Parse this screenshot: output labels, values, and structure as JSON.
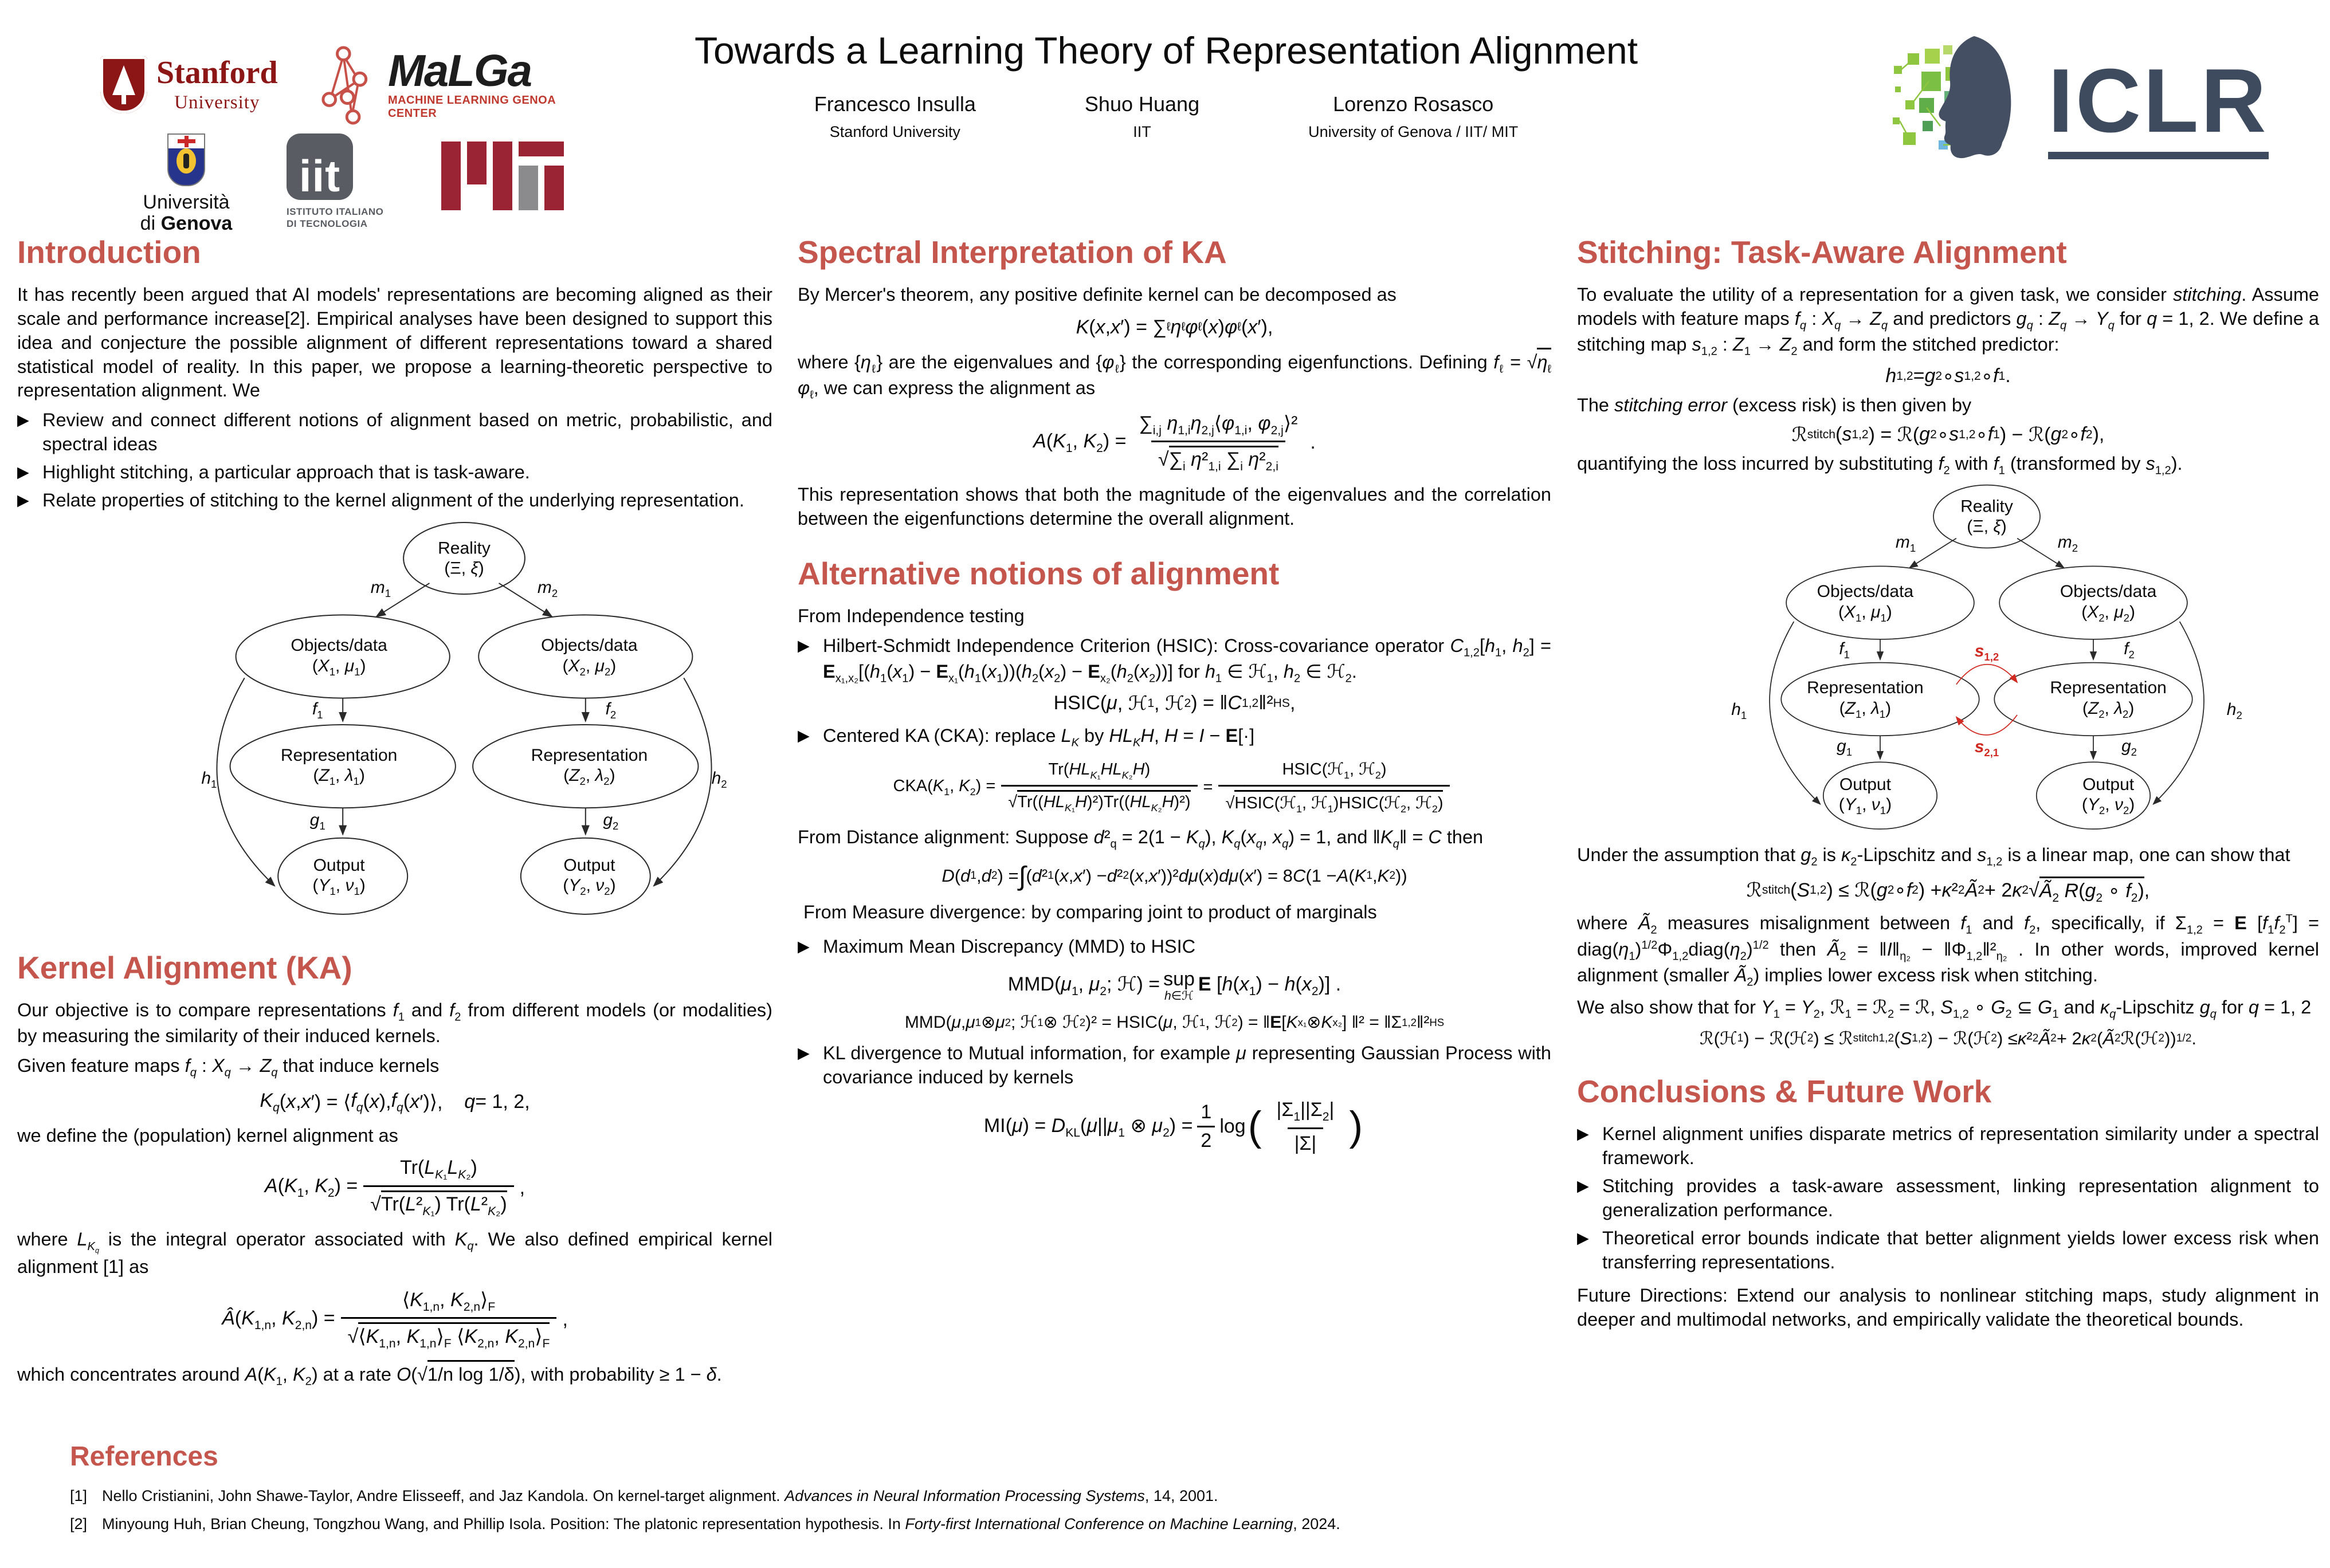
{
  "ui": {
    "bullet": "▶"
  },
  "colors": {
    "heading_red": "#c4564e",
    "stitch_red": "#d02a22",
    "stanford_red": "#8C1515",
    "iclr_slate": "#3e4a5e",
    "mit_red": "#9a2433"
  },
  "header": {
    "title": "Towards a Learning Theory of Representation Alignment",
    "authors": [
      {
        "name": "Francesco Insulla",
        "affiliation": "Stanford University"
      },
      {
        "name": "Shuo Huang",
        "affiliation": "IIT"
      },
      {
        "name": "Lorenzo Rosasco",
        "affiliation": "University of Genova / IIT/ MIT"
      }
    ],
    "logos": {
      "stanford_name": "Stanford",
      "stanford_sub": "University",
      "malga_name": "MaLGa",
      "malga_sub": "MACHINE LEARNING GENOA CENTER",
      "unige_line1": "Università",
      "unige_line2": "di <b>Genova</b>",
      "iit_name": "iit",
      "iit_sub": "ISTITUTO ITALIANO<br>DI TECNOLOGIA",
      "iclr_name": "ICLR"
    }
  },
  "intro": {
    "heading": "Introduction",
    "p1": "It has recently been argued that AI models' representations are becoming aligned as their scale and performance increase[2].  Empirical analyses have been designed to support this idea and conjecture the possible alignment of different representations toward a shared statistical model of reality.  In this paper, we propose a learning-theoretic perspective to representation alignment.  We",
    "bullets": [
      "Review and connect different notions of alignment based on metric, probabilistic, and spectral ideas",
      "Highlight stitching, a particular approach that is task-aware.",
      "Relate properties of stitching to the kernel alignment of the underlying representation."
    ]
  },
  "diagram": {
    "reality_title": "Reality",
    "reality_sym": "(Ξ, <i>ξ</i>)",
    "objects_title": "Objects/data",
    "obj1_sym": "(<i>X</i><sub>1</sub>, <i>μ</i><sub>1</sub>)",
    "obj2_sym": "(<i>X</i><sub>2</sub>, <i>μ</i><sub>2</sub>)",
    "rep_title": "Representation",
    "rep1_sym": "(<i>Z</i><sub>1</sub>, <i>λ</i><sub>1</sub>)",
    "rep2_sym": "(<i>Z</i><sub>2</sub>, <i>λ</i><sub>2</sub>)",
    "out_title": "Output",
    "out1_sym": "(<i>Y</i><sub>1</sub>, <i>ν</i><sub>1</sub>)",
    "out2_sym": "(<i>Y</i><sub>2</sub>, <i>ν</i><sub>2</sub>)",
    "m1": "<i>m</i><sub>1</sub>",
    "m2": "<i>m</i><sub>2</sub>",
    "f1": "<i>f</i><sub>1</sub>",
    "f2": "<i>f</i><sub>2</sub>",
    "g1": "<i>g</i><sub>1</sub>",
    "g2": "<i>g</i><sub>2</sub>",
    "h1": "<i>h</i><sub>1</sub>",
    "h2": "<i>h</i><sub>2</sub>",
    "s12": "<i>s</i><sub>1,2</sub>",
    "s21": "<i>s</i><sub>2,1</sub>"
  },
  "ka": {
    "heading": "Kernel Alignment (KA)",
    "p1": "Our objective is to compare representations <i>f</i><sub>1</sub> and <i>f</i><sub>2</sub> from different models (or modalities) by measuring the similarity of their induced kernels.",
    "p2": "Given feature maps <i>f<sub>q</sub></i> : <i>X<sub>q</sub></i> → <i>Z<sub>q</sub></i> that induce kernels",
    "f_kernel": "<i>K<sub>q</sub></i>(<i>x</i>, <i>x</i>′) = ⟨<i>f<sub>q</sub></i>(<i>x</i>), <i>f<sub>q</sub></i>(<i>x</i>′)⟩,&nbsp;&nbsp;&nbsp;&nbsp;<i>q</i> = 1, 2,",
    "p3": "we define the (population) kernel alignment as",
    "A": {
      "lhs": "<i>A</i>(<i>K</i><sub>1</sub>, <i>K</i><sub>2</sub>) =",
      "num": "Tr(<i>L</i><sub><i>K</i>₁</sub><i>L</i><sub><i>K</i>₂</sub>)",
      "den": "√<span class='ol'>Tr(<i>L</i>²<sub><i>K</i>₁</sub>) Tr(<i>L</i>²<sub><i>K</i>₂</sub>)</span>",
      "tail": ","
    },
    "p4": "where <i>L</i><sub><i>K<sub>q</sub></i></sub> is the integral operator associated with <i>K<sub>q</sub></i>.  We also defined empirical kernel alignment [1] as",
    "Ahat": {
      "lhs": "<i>Â</i>(<i>K</i><sub>1,n</sub>, <i>K</i><sub>2,n</sub>) =",
      "num": "⟨<i>K</i><sub>1,n</sub>, <i>K</i><sub>2,n</sub>⟩<sub>F</sub>",
      "den": "√<span class='ol'>⟨<i>K</i><sub>1,n</sub>, <i>K</i><sub>1,n</sub>⟩<sub>F</sub> ⟨<i>K</i><sub>2,n</sub>, <i>K</i><sub>2,n</sub>⟩<sub>F</sub></span>",
      "tail": ","
    },
    "p5": "which concentrates around <i>A</i>(<i>K</i><sub>1</sub>, <i>K</i><sub>2</sub>) at a rate <i>O</i>(√<span class='ol'>1/n log 1/δ</span>), with probability ≥ 1 − <i>δ</i>."
  },
  "spectral": {
    "heading": "Spectral Interpretation of KA",
    "p1": "By Mercer's theorem, any positive definite kernel can be decomposed as",
    "f_mercer": "<i>K</i>(<i>x</i>, <i>x</i>′) = ∑<sub>ℓ</sub> <i>η</i><sub>ℓ</sub> <i>φ</i><sub>ℓ</sub>(<i>x</i>)<i>φ</i><sub>ℓ</sub>(<i>x</i>′),",
    "p2": "where {<i>η</i><sub>ℓ</sub>} are the eigenvalues and {<i>φ</i><sub>ℓ</sub>} the corresponding eigenfunctions.  Defining <i>f</i><sub>ℓ</sub> = √<span class='ol'><i>η</i><sub>ℓ</sub></span><i>φ</i><sub>ℓ</sub>, we can express the alignment as",
    "A": {
      "lhs": "<i>A</i>(<i>K</i><sub>1</sub>, <i>K</i><sub>2</sub>) =",
      "num": "∑<sub>i,j</sub> <i>η</i><sub>1,i</sub><i>η</i><sub>2,j</sub>⟨<i>φ</i><sub>1,i</sub>, <i>φ</i><sub>2,j</sub>⟩²",
      "den": "√<span class='ol'>∑<sub>i</sub> <i>η</i>²<sub>1,i</sub> ∑<sub>i</sub> <i>η</i>²<sub>2,i</sub></span>",
      "tail": "."
    },
    "p3": "This representation shows that both the magnitude of the eigenvalues and the correlation between the eigenfunctions determine the overall alignment."
  },
  "alt": {
    "heading": "Alternative notions of alignment",
    "sub1": "From Independence testing",
    "b1": "Hilbert-Schmidt Independence Criterion (HSIC): Cross-covariance operator <i>C</i><sub>1,2</sub>[<i>h</i><sub>1</sub>, <i>h</i><sub>2</sub>] = <span class='bb'>E</span><sub>x₁,x₂</sub>[(<i>h</i><sub>1</sub>(<i>x</i><sub>1</sub>) − <span class='bb'>E</span><sub>x₁</sub>(<i>h</i><sub>1</sub>(<i>x</i><sub>1</sub>))(<i>h</i><sub>2</sub>(<i>x</i><sub>2</sub>) − <span class='bb'>E</span><sub>x₂</sub>(<i>h</i><sub>2</sub>(<i>x</i><sub>2</sub>))] for <i>h</i><sub>1</sub> ∈ ℋ<sub>1</sub>, <i>h</i><sub>2</sub> ∈ ℋ<sub>2</sub>.",
    "f_hsic": "HSIC(<i>μ</i>, ℋ<sub>1</sub>, ℋ<sub>2</sub>) = ‖<i>C</i><sub>1,2</sub>‖²<sub>HS</sub>,",
    "b2": "Centered KA (CKA): replace <i>L<sub>K</sub></i> by <i>HL<sub>K</sub>H</i>, <i>H</i> = <i>I</i> − <span class='bb'>E</span>[·]",
    "cka": {
      "lhs": "CKA(<i>K</i><sub>1</sub>, <i>K</i><sub>2</sub>) =",
      "num1": "Tr(<i>HL</i><sub><i>K</i>₁</sub><i>HL</i><sub><i>K</i>₂</sub><i>H</i>)",
      "den1": "√<span class='ol'>Tr((<i>HL</i><sub><i>K</i>₁</sub><i>H</i>)²)Tr((<i>HL</i><sub><i>K</i>₂</sub><i>H</i>)²)</span>",
      "eq": "=",
      "num2": "HSIC(ℋ<sub>1</sub>, ℋ<sub>2</sub>)",
      "den2": "√<span class='ol'>HSIC(ℋ<sub>1</sub>, ℋ<sub>1</sub>)HSIC(ℋ<sub>2</sub>, ℋ<sub>2</sub>)</span>"
    },
    "sub2": "From Distance alignment:  Suppose <i>d</i>²<sub>q</sub> = 2(1 − <i>K<sub>q</sub></i>), <i>K<sub>q</sub></i>(<i>x<sub>q</sub></i>, <i>x<sub>q</sub></i>) = 1, and ‖<i>K<sub>q</sub></i>‖ = <i>C</i> then",
    "f_D": "<i>D</i>(<i>d</i><sub>1</sub>, <i>d</i><sub>2</sub>) = <span class='intg'>∫</span>(<i>d</i>²<sub>1</sub>(<i>x</i>, <i>x</i>′) − <i>d</i>²<sub>2</sub>(<i>x</i>, <i>x</i>′))²<i>dμ</i>(<i>x</i>)<i>dμ</i>(<i>x</i>′) = 8<i>C</i>(1 − <i>A</i>(<i>K</i><sub>1</sub>, <i>K</i><sub>2</sub>))",
    "sub3": "From Measure divergence: by comparing joint to product of marginals",
    "b3": "Maximum Mean Discrepancy (MMD) to HSIC",
    "mmd1": {
      "pre": "MMD(<i>μ</i><sub>1</sub>, <i>μ</i><sub>2</sub>; ℋ) =",
      "sup": "sup",
      "under": "<i>h</i>∈ℋ",
      "post": "<span class='bb'>E</span> [<i>h</i>(<i>x</i><sub>1</sub>) − <i>h</i>(<i>x</i><sub>2</sub>)] ."
    },
    "f_mmd2": "MMD(<i>μ</i>, <i>μ</i><sub>1</sub> ⊗ <i>μ</i><sub>2</sub>; ℋ<sub>1</sub> ⊗ ℋ<sub>2</sub>)² = HSIC(<i>μ</i>, ℋ<sub>1</sub>, ℋ<sub>2</sub>) = ‖<span class='bb'>E</span> [<i>K</i><sub>x₁</sub> ⊗ <i>K</i><sub>x₂</sub>] ‖² = ‖Σ<sub>1,2</sub>‖²<sub>HS</sub>",
    "b4": "KL divergence to Mutual information, for example <i>μ</i> representing Gaussian Process with covariance induced by kernels",
    "mi": {
      "lhs": "MI(<i>μ</i>) = <i>D</i><sub>KL</sub>(<i>μ</i>||<i>μ</i><sub>1</sub> ⊗ <i>μ</i><sub>2</sub>) =",
      "fnum": "1",
      "fden": "2",
      "log": "log",
      "lp": "(",
      "pnum": "|Σ<sub>1</sub>||Σ<sub>2</sub>|",
      "pden": "|Σ|",
      "rp": ")"
    }
  },
  "stitch": {
    "heading": "Stitching: Task-Aware Alignment",
    "p1": "To evaluate the utility of a representation for a given task, we consider <i>stitching</i>. Assume models with feature maps <i>f<sub>q</sub></i> : <i>X<sub>q</sub></i> → <i>Z<sub>q</sub></i> and predictors <i>g<sub>q</sub></i> : <i>Z<sub>q</sub></i> → <i>Y<sub>q</sub></i> for <i>q</i> = 1, 2.  We define a stitching map <i>s</i><sub>1,2</sub> : <i>Z</i><sub>1</sub> → <i>Z</i><sub>2</sub> and form the stitched predictor:",
    "f_h": "<i>h</i><sub>1,2</sub> = <i>g</i><sub>2</sub> ∘ <i>s</i><sub>1,2</sub> ∘ <i>f</i><sub>1</sub>.",
    "p2": "The <i>stitching error</i> (excess risk) is then given by",
    "f_r": "ℛ<sub>stitch</sub>(<i>s</i><sub>1,2</sub>) = ℛ(<i>g</i><sub>2</sub> ∘ <i>s</i><sub>1,2</sub> ∘ <i>f</i><sub>1</sub>) − ℛ(<i>g</i><sub>2</sub> ∘ <i>f</i><sub>2</sub>),",
    "p3": "quantifying the loss incurred by substituting <i>f</i><sub>2</sub> with <i>f</i><sub>1</sub> (transformed by <i>s</i><sub>1,2</sub>).",
    "p4": "Under the assumption that <i>g</i><sub>2</sub> is <i>κ</i><sub>2</sub>-Lipschitz and <i>s</i><sub>1,2</sub> is a linear map, one can show that",
    "f_bound": "ℛ<sub>stitch</sub>(<i>S</i><sub>1,2</sub>) ≤ ℛ(<i>g</i><sub>2</sub> ∘ <i>f</i><sub>2</sub>) + <i>κ</i>²<sub>2</sub><i>Ã</i><sub>2</sub> + 2<i>κ</i><sub>2</sub>√<span class='ol'><i>Ã</i><sub>2</sub> <i>R</i>(<i>g</i><sub>2</sub> ∘ <i>f</i><sub>2</sub>)</span>,",
    "p5": "where <i>Ã</i><sub>2</sub> measures misalignment between <i>f</i><sub>1</sub> and <i>f</i><sub>2</sub>, specifically, if Σ<sub>1,2</sub> = <span class='bb'>E</span> [<i>f</i><sub>1</sub><i>f</i><sub>2</sub><sup>T</sup>] = diag(<i>η</i><sub>1</sub>)<sup>1/2</sup>Φ<sub>1,2</sub>diag(<i>η</i><sub>2</sub>)<sup>1/2</sup> then <i>Ã</i><sub>2</sub> = ‖<i>I</i>‖<sub>η₂</sub> − ‖Φ<sub>1,2</sub>‖²<sub>η₂</sub> .  In other words, improved kernel alignment (smaller <i>Ã</i><sub>2</sub>) implies lower excess risk when stitching.",
    "p6": "We also show that for <i>Y</i><sub>1</sub> = <i>Y</i><sub>2</sub>, ℛ<sub>1</sub> = ℛ<sub>2</sub> = ℛ, <i>S</i><sub>1,2</sub> ∘ <i>G</i><sub>2</sub> ⊆ <i>G</i><sub>1</sub> and <i>κ<sub>q</sub></i>-Lipschitz <i>g<sub>q</sub></i> for <i>q</i> = 1, 2",
    "f_final": "ℛ(ℋ<sub>1</sub>) − ℛ(ℋ<sub>2</sub>) ≤ ℛ<sup>stitch</sup><sub>1,2</sub>(<i>S</i><sub>1,2</sub>) − ℛ(ℋ<sub>2</sub>) ≤ <i>κ</i>²<sub>2</sub><i>Ã</i><sub>2</sub> + 2<i>κ</i><sub>2</sub>(<i>Ã</i><sub>2</sub>ℛ(ℋ<sub>2</sub>))<sup>1/2</sup>."
  },
  "conclusions": {
    "heading": "Conclusions & Future Work",
    "bullets": [
      "Kernel alignment unifies disparate metrics of representation similarity under a spectral framework.",
      "Stitching provides a task-aware assessment, linking representation alignment to generalization performance.",
      "Theoretical error bounds indicate that better alignment yields lower excess risk when transferring representations."
    ],
    "future": "Future Directions:  Extend our analysis to nonlinear stitching maps, study alignment in deeper and multimodal networks, and empirically validate the theoretical bounds."
  },
  "references": {
    "heading": "References",
    "items": [
      {
        "label": "[1]",
        "html": "Nello Cristianini, John Shawe-Taylor, Andre Elisseeff, and Jaz Kandola.  On kernel-target alignment.  <i>Advances in Neural Information Processing Systems</i>, 14, 2001."
      },
      {
        "label": "[2]",
        "html": "Minyoung Huh, Brian Cheung, Tongzhou Wang, and Phillip Isola.  Position:  The platonic representation hypothesis.  In <i>Forty-first International Conference on Machine Learning</i>, 2024."
      }
    ]
  }
}
